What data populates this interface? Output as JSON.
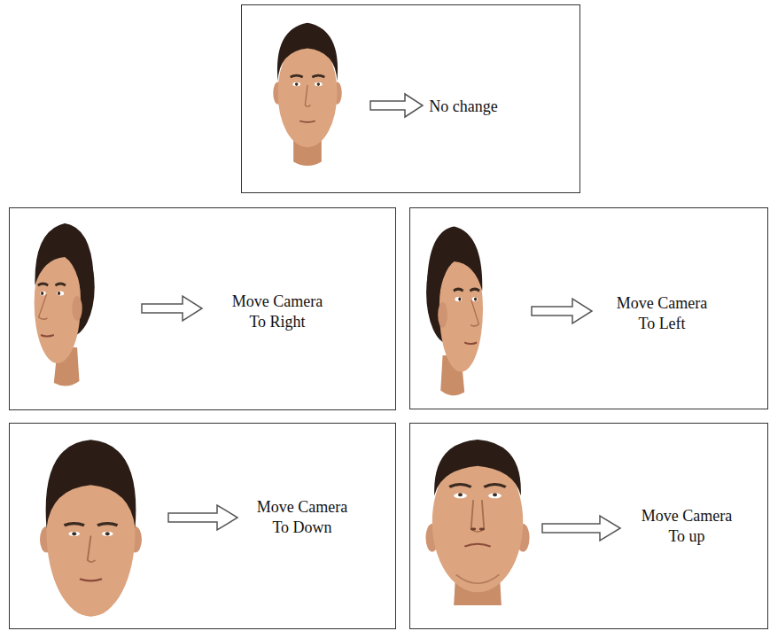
{
  "diagram": {
    "nodes": [
      {
        "text": [
          "No change"
        ]
      },
      {
        "text": [
          "Move Camera To Right"
        ]
      },
      {
        "text": [
          "Move Camera To Left"
        ]
      },
      {
        "text": [
          "Move Camera To Down"
        ]
      },
      {
        "text": [
          "Move Camera To up"
        ]
      }
    ]
  }
}
